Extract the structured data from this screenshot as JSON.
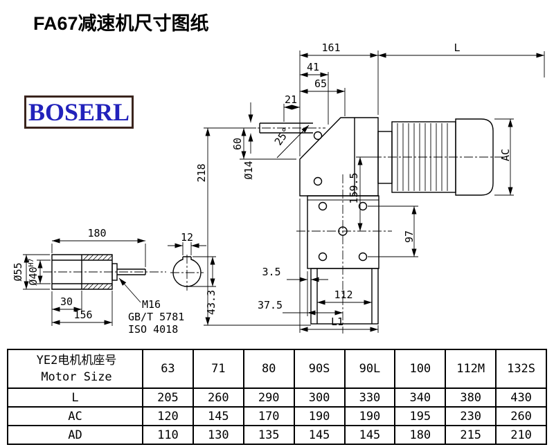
{
  "page": {
    "title": "FA67减速机尺寸图纸",
    "logo": "BOSERL"
  },
  "drawing": {
    "dims": {
      "d161": "161",
      "dL": "L",
      "d41": "41",
      "d65": "65",
      "d21": "21",
      "d60": "60",
      "d218": "218",
      "d14": "Ø14",
      "d25": "25°",
      "d159_5": "159.5",
      "dAC": "AC",
      "d97": "97",
      "d3_5": "3.5",
      "d37_5": "37.5",
      "d112": "112",
      "dL1": "L1",
      "d180": "180",
      "d12": "12",
      "d55": "Ø55",
      "d40": "Ø40",
      "d40_sup": "H7",
      "d30": "30",
      "d156": "156",
      "dM16": "M16",
      "dGB": "GB/T 5781",
      "dISO": "ISO 4018",
      "d43_3": "43.3"
    }
  },
  "table": {
    "header": {
      "line1": "YE2电机机座号",
      "line2": "Motor Size"
    },
    "sizes": [
      "63",
      "71",
      "80",
      "90S",
      "90L",
      "100",
      "112M",
      "132S"
    ],
    "rows": [
      {
        "label": "L",
        "values": [
          "205",
          "260",
          "290",
          "300",
          "330",
          "340",
          "380",
          "430"
        ]
      },
      {
        "label": "AC",
        "values": [
          "120",
          "145",
          "170",
          "190",
          "190",
          "195",
          "230",
          "260"
        ]
      },
      {
        "label": "AD",
        "values": [
          "110",
          "130",
          "135",
          "145",
          "145",
          "180",
          "215",
          "210"
        ]
      }
    ]
  }
}
